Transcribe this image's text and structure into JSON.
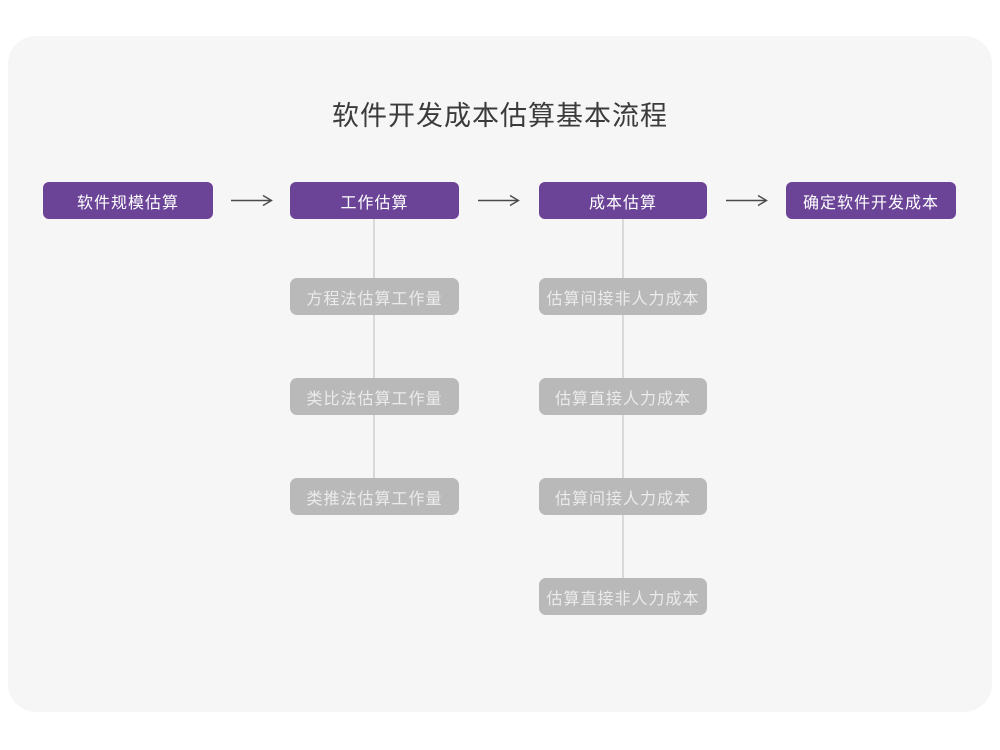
{
  "title": "软件开发成本估算基本流程",
  "colors": {
    "page_background": "#ffffff",
    "card_background": "#f6f6f7",
    "stage_node_background": "#6b4397",
    "stage_node_text": "#ffffff",
    "substep_node_background": "#b9b9b9",
    "substep_node_text": "#ebebeb",
    "connector_line": "#d9d9d9",
    "arrow_stroke": "#4a4a4a",
    "title_text": "#3b3b3b"
  },
  "flow": {
    "stages": [
      "软件规模估算",
      "工作估算",
      "成本估算",
      "确定软件开发成本"
    ],
    "workload_methods": [
      "方程法估算工作量",
      "类比法估算工作量",
      "类推法估算工作量"
    ],
    "cost_components": [
      "估算间接非人力成本",
      "估算直接人力成本",
      "估算间接人力成本",
      "估算直接非人力成本"
    ]
  }
}
